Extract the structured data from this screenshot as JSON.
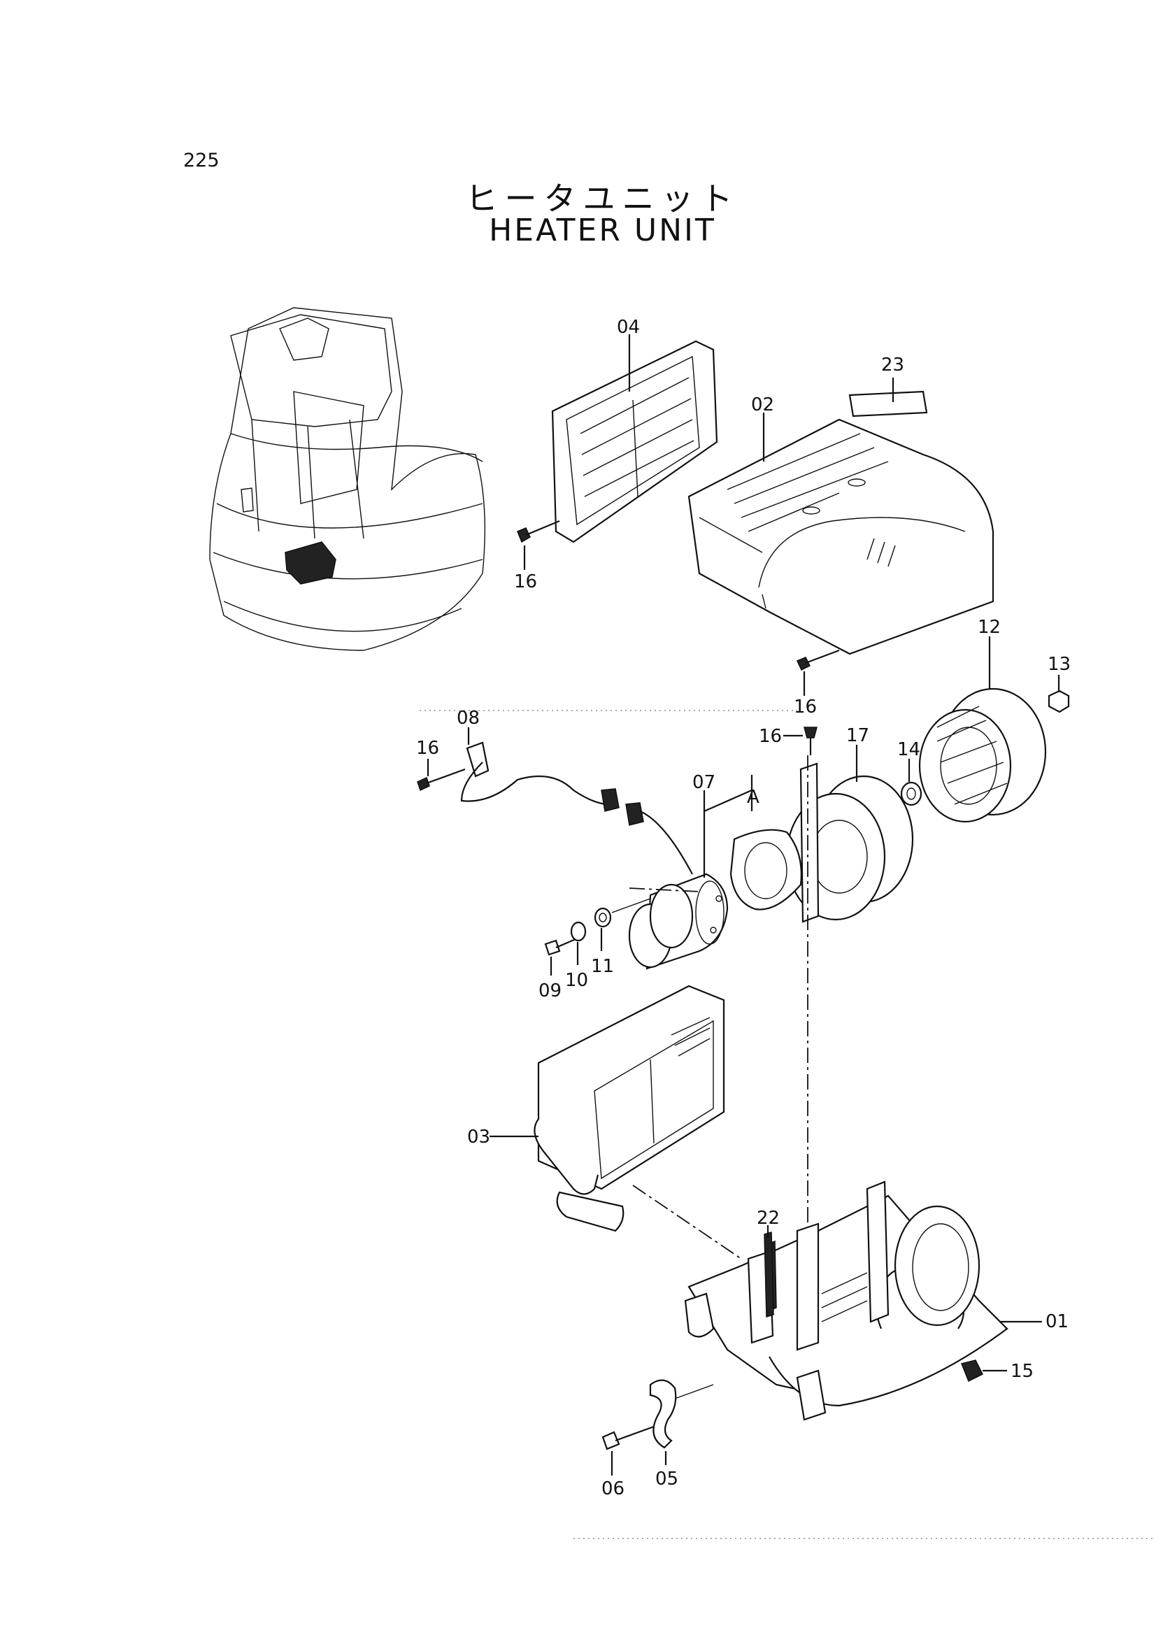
{
  "page_number": "225",
  "title_jp": "ヒータユニット",
  "title_en": "HEATER UNIT",
  "view_label": "A",
  "callouts": {
    "c01": "01",
    "c02": "02",
    "c03": "03",
    "c04": "04",
    "c05": "05",
    "c06": "06",
    "c07": "07",
    "c08": "08",
    "c09": "09",
    "c10": "10",
    "c11": "11",
    "c12": "12",
    "c13": "13",
    "c14": "14",
    "c15": "15",
    "c16a": "16",
    "c16b": "16",
    "c16c": "16",
    "c16d": "16",
    "c17": "17",
    "c22": "22",
    "c23": "23"
  }
}
